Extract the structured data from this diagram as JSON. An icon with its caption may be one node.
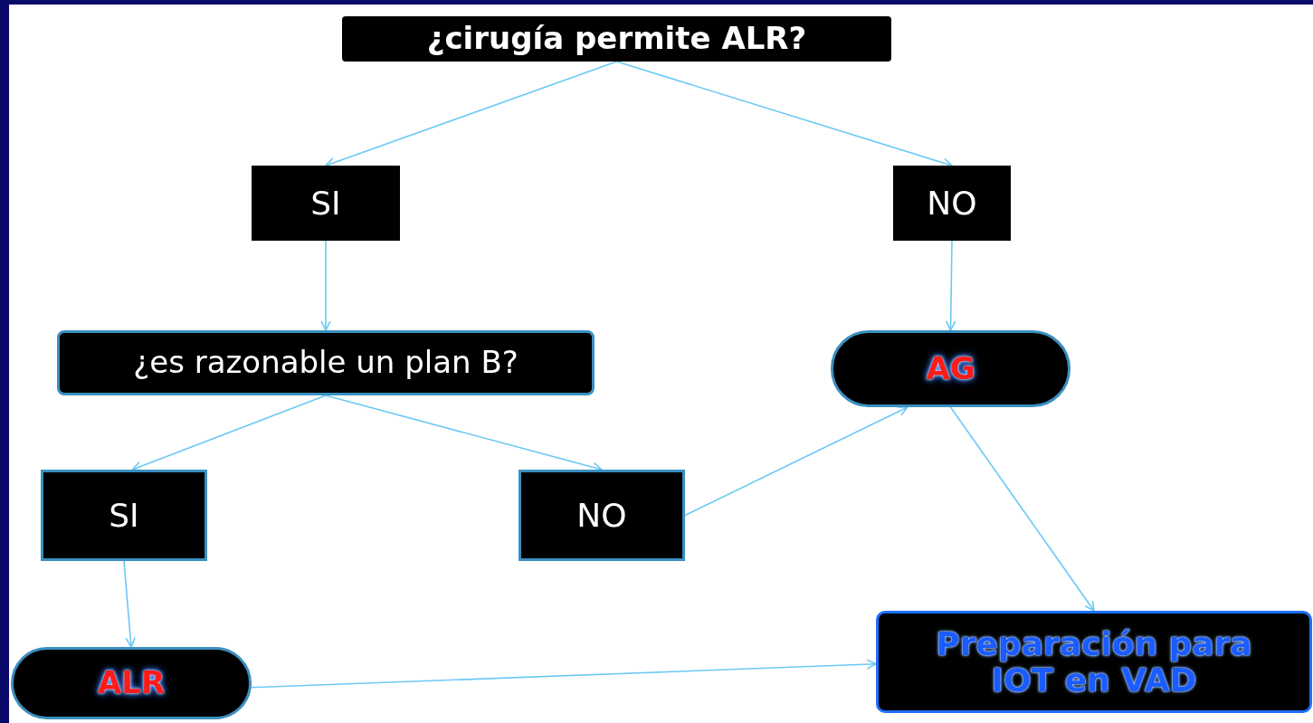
{
  "diagram": {
    "nodes": [
      {
        "text": [
          "¿cirugía permite ALR?"
        ]
      },
      {
        "text": [
          "SI"
        ]
      },
      {
        "text": [
          "NO"
        ]
      },
      {
        "text": [
          "¿es razonable un plan B?"
        ]
      },
      {
        "text": [
          "AG"
        ]
      },
      {
        "text": [
          "SI"
        ]
      },
      {
        "text": [
          "NO"
        ]
      },
      {
        "text": [
          "ALR"
        ]
      },
      {
        "text": [
          "Preparación para IOT en VAD"
        ]
      }
    ],
    "edges": [
      {
        "from": 0,
        "to": 1,
        "arrow": "to"
      },
      {
        "from": 0,
        "to": 2,
        "arrow": "to"
      },
      {
        "from": 1,
        "to": 3,
        "arrow": "to"
      },
      {
        "from": 2,
        "to": 4,
        "arrow": "to"
      },
      {
        "from": 3,
        "to": 5,
        "arrow": "to"
      },
      {
        "from": 3,
        "to": 6,
        "arrow": "to"
      },
      {
        "from": 6,
        "to": 4,
        "arrow": "to"
      },
      {
        "from": 4,
        "to": 8,
        "arrow": "to"
      },
      {
        "from": 5,
        "to": 7,
        "arrow": "to"
      },
      {
        "from": 7,
        "to": 8,
        "arrow": "to"
      }
    ]
  }
}
